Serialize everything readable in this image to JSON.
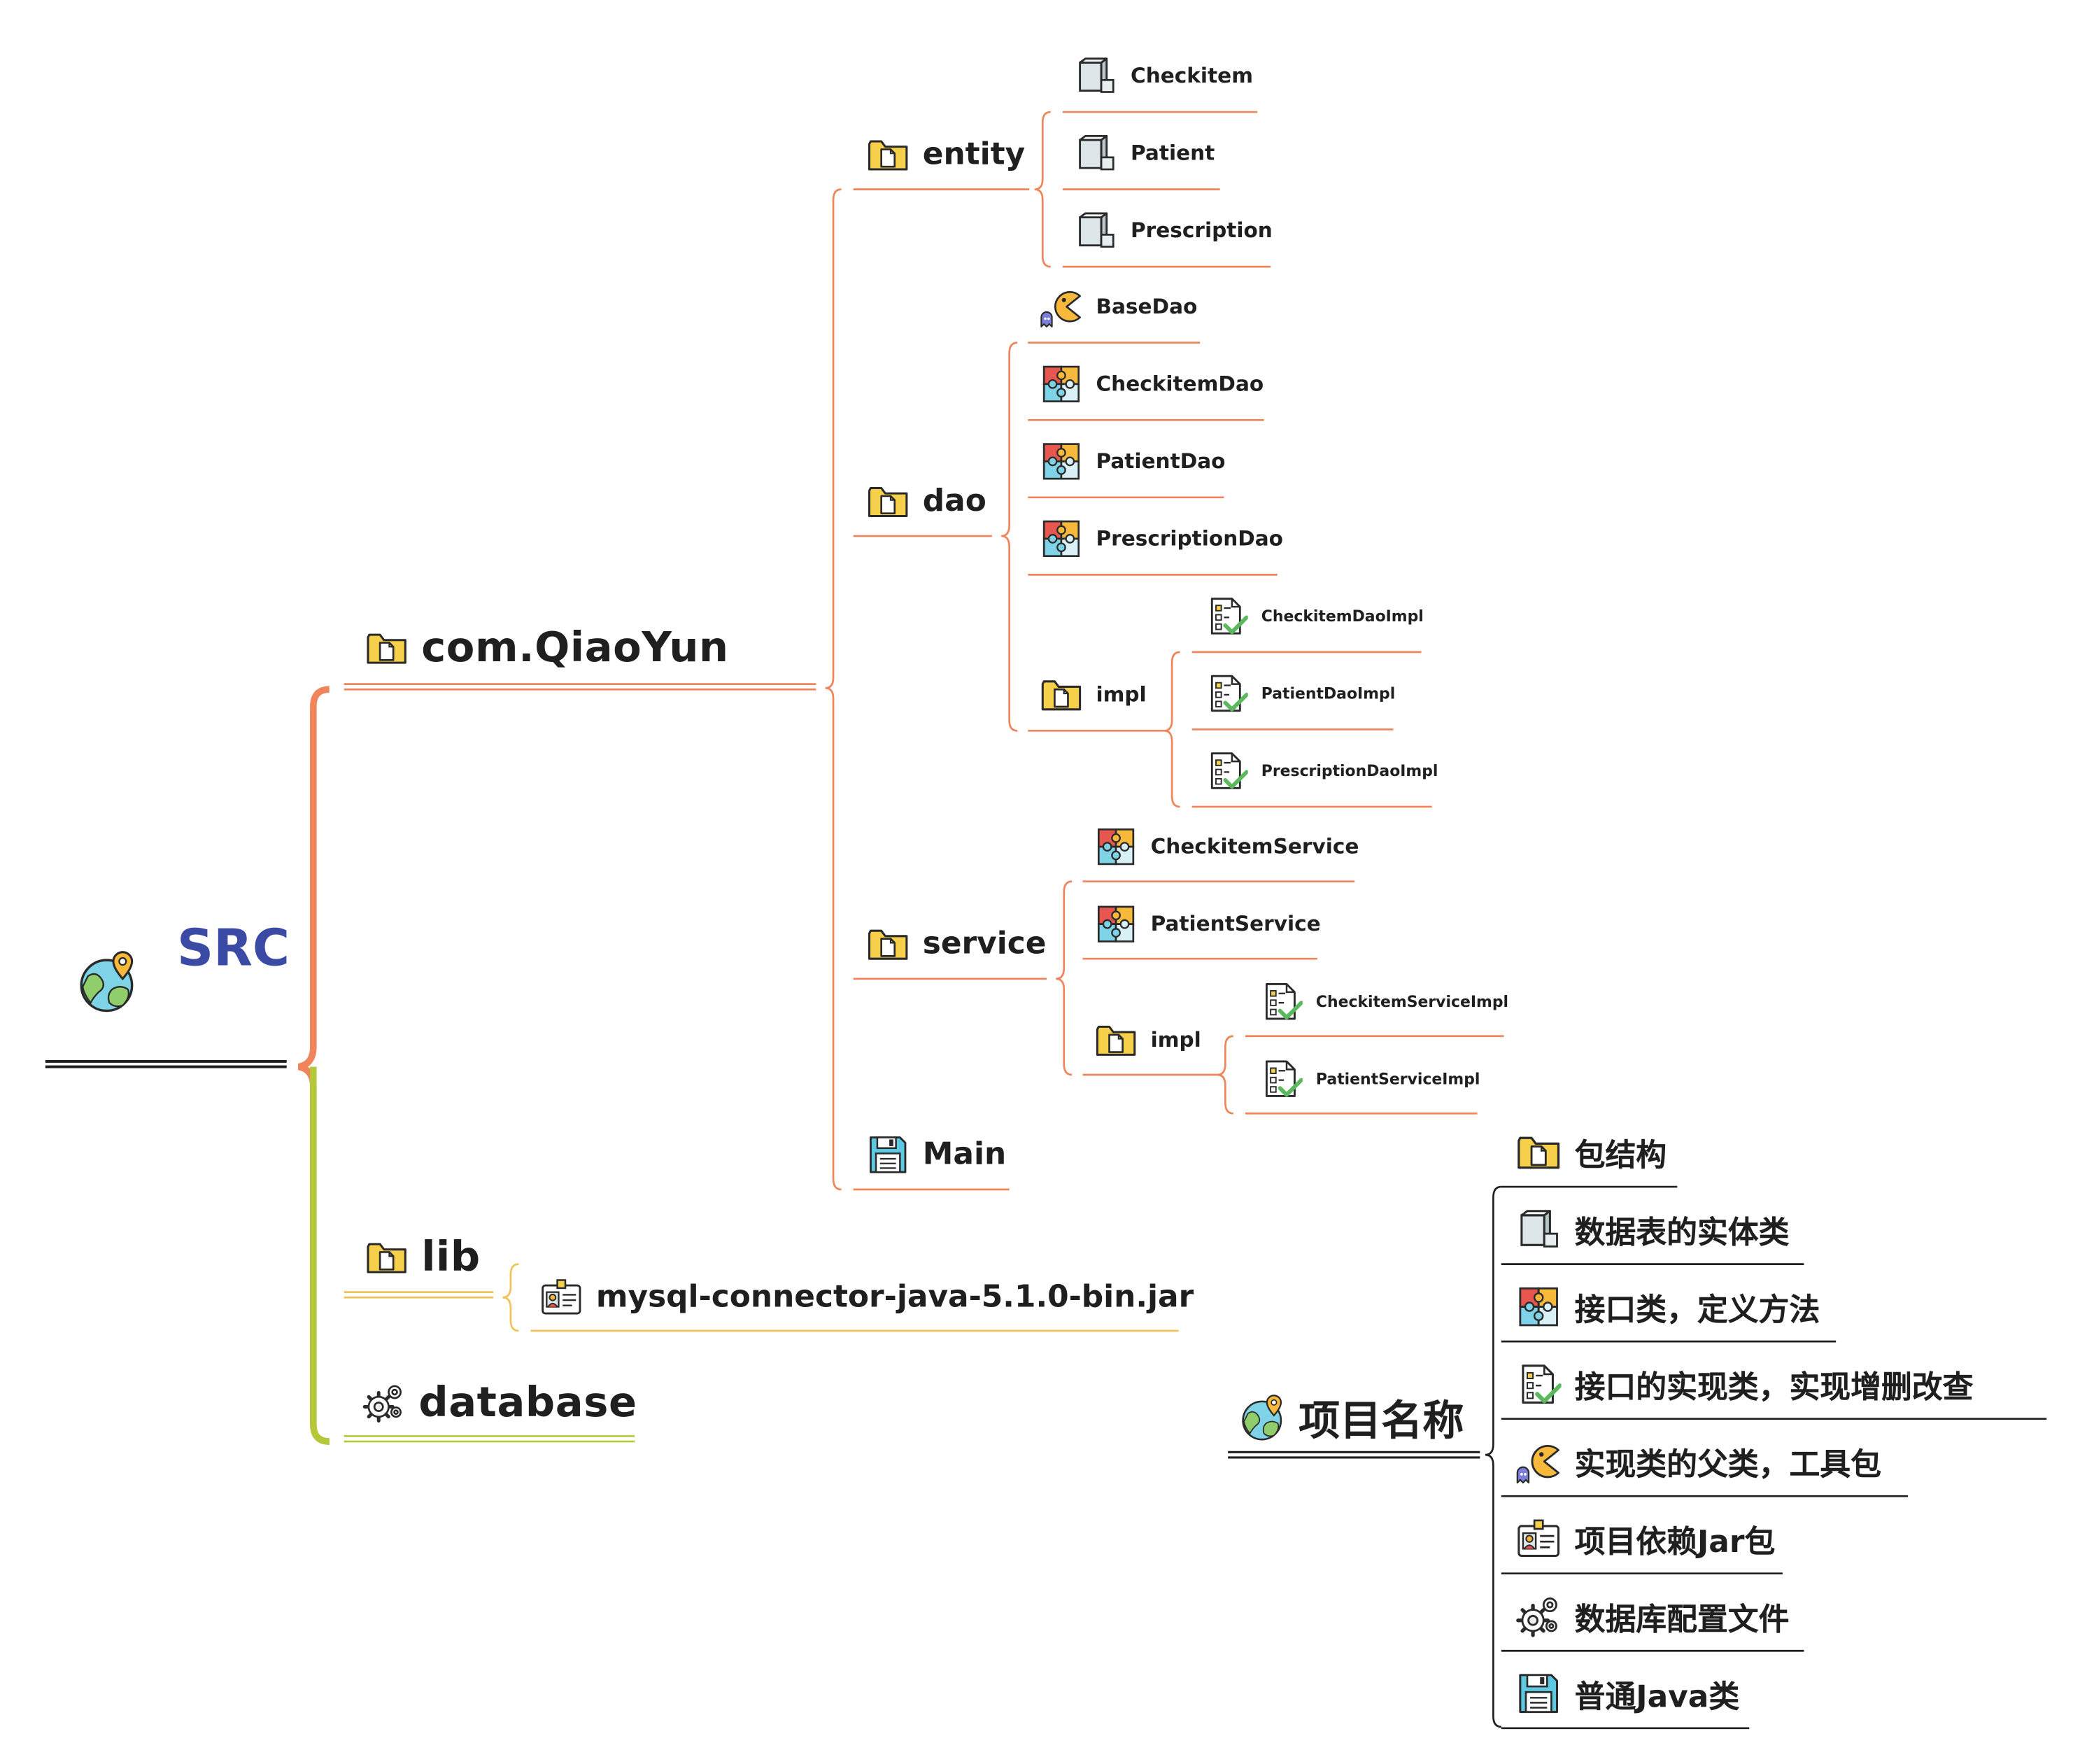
{
  "root": {
    "title": "SRC",
    "icon": "globe-pin-icon"
  },
  "tree": {
    "pkg": {
      "label": "com.QiaoYun",
      "icon": "folder-icon"
    },
    "entity": {
      "label": "entity",
      "icon": "folder-icon",
      "items": [
        "Checkitem",
        "Patient",
        "Prescription"
      ],
      "item_icon": "box-icon"
    },
    "dao": {
      "label": "dao",
      "icon": "folder-icon",
      "base": "BaseDao",
      "items": [
        "CheckitemDao",
        "PatientDao",
        "PrescriptionDao"
      ],
      "item_icon": "puzzle-icon",
      "impl": {
        "label": "impl",
        "items": [
          "CheckitemDaoImpl",
          "PatientDaoImpl",
          "PrescriptionDaoImpl"
        ],
        "item_icon": "checklist-icon"
      }
    },
    "service": {
      "label": "service",
      "icon": "folder-icon",
      "items": [
        "CheckitemService",
        "PatientService"
      ],
      "item_icon": "puzzle-icon",
      "impl": {
        "label": "impl",
        "items": [
          "CheckitemServiceImpl",
          "PatientServiceImpl"
        ],
        "item_icon": "checklist-icon"
      }
    },
    "main": {
      "label": "Main",
      "icon": "floppy-icon"
    },
    "lib": {
      "label": "lib",
      "icon": "folder-icon",
      "jar": "mysql-connector-java-5.1.0-bin.jar",
      "jar_icon": "id-card-icon"
    },
    "database": {
      "label": "database",
      "icon": "gears-icon"
    }
  },
  "legend": {
    "title": "项目名称",
    "items": [
      {
        "label": "包结构",
        "icon": "folder-icon"
      },
      {
        "label": "数据表的实体类",
        "icon": "box-icon"
      },
      {
        "label": "接口类，定义方法",
        "icon": "puzzle-icon"
      },
      {
        "label": "接口的实现类，实现增删改查",
        "icon": "checklist-icon"
      },
      {
        "label": "实现类的父类，工具包",
        "icon": "pacman-icon"
      },
      {
        "label": "项目依赖Jar包",
        "icon": "id-card-icon"
      },
      {
        "label": "数据库配置文件",
        "icon": "gears-icon"
      },
      {
        "label": "普通Java类",
        "icon": "floppy-icon"
      }
    ]
  },
  "colors": {
    "orange": "#f0845a",
    "lime": "#b5c83a",
    "yellow_line": "#f3c35b",
    "root_text": "#3b4aa5",
    "folder": "#f6cf4b"
  }
}
